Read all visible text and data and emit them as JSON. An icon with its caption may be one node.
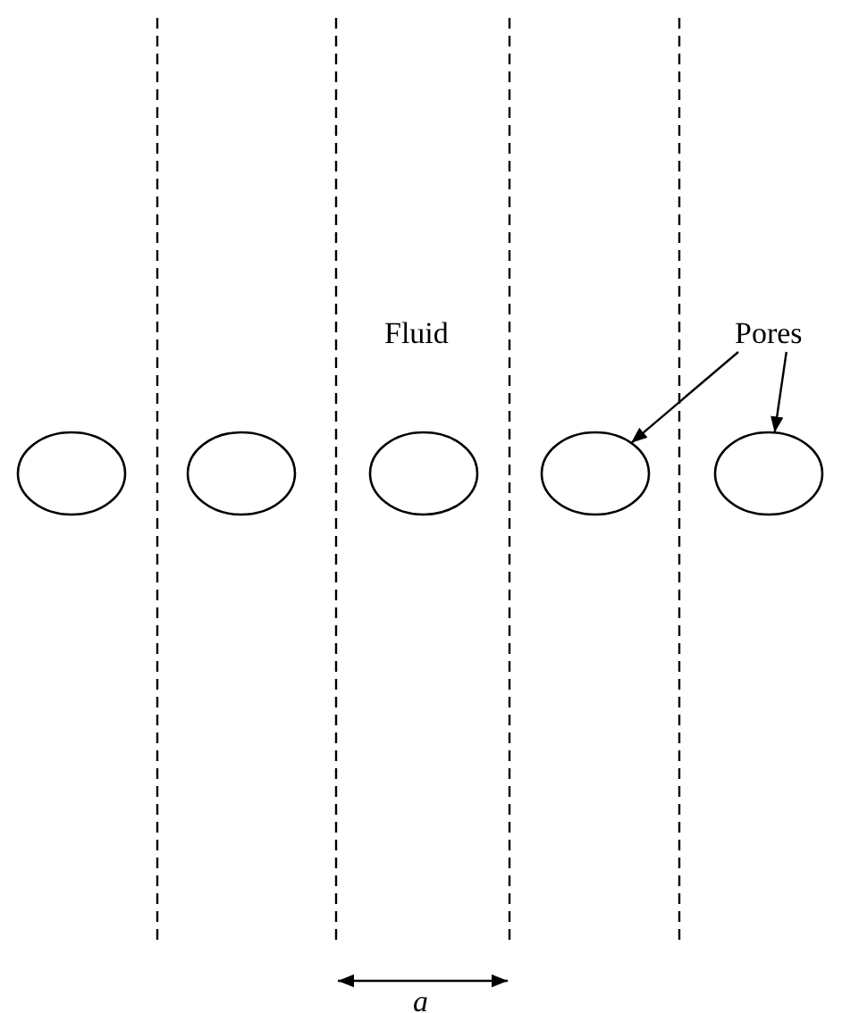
{
  "diagram": {
    "nodes": [
      {
        "text": [
          "Pores"
        ]
      },
      {
        "text": [],
        "shape": "ellipse"
      },
      {
        "text": [],
        "shape": "ellipse"
      },
      {
        "text": [],
        "shape": "ellipse"
      },
      {
        "text": [],
        "shape": "ellipse"
      },
      {
        "text": [],
        "shape": "ellipse"
      }
    ],
    "edges": [
      {
        "from": 0,
        "to": 4,
        "arrow": "to"
      },
      {
        "from": 0,
        "to": 5,
        "arrow": "to"
      }
    ],
    "labels": [
      "Fluid",
      "a"
    ]
  }
}
